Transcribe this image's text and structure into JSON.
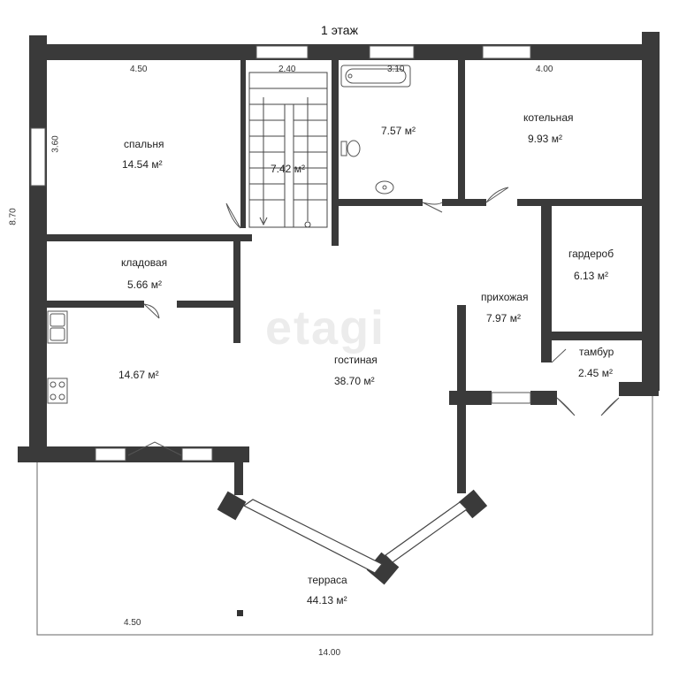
{
  "title": "1 этаж",
  "watermark": "etagi",
  "rooms": {
    "bedroom": {
      "name": "спальня",
      "area": "14.54 м²"
    },
    "stairs": {
      "name": "",
      "area": "7.42 м²"
    },
    "bathroom": {
      "name": "",
      "area": "7.57 м²"
    },
    "boiler": {
      "name": "котельная",
      "area": "9.93 м²"
    },
    "pantry": {
      "name": "кладовая",
      "area": "5.66 м²"
    },
    "kitchen": {
      "name": "",
      "area": "14.67 м²"
    },
    "living": {
      "name": "гостиная",
      "area": "38.70 м²"
    },
    "hallway": {
      "name": "прихожая",
      "area": "7.97 м²"
    },
    "wardrobe": {
      "name": "гардероб",
      "area": "6.13 м²"
    },
    "vestibule": {
      "name": "тамбур",
      "area": "2.45 м²"
    },
    "terrace": {
      "name": "терраса",
      "area": "44.13 м²"
    }
  },
  "dimensions": {
    "top_left": "4.50",
    "top_stairs": "2.40",
    "top_bath": "3.10",
    "top_right": "4.00",
    "left_bedroom": "3.60",
    "left_total": "8.70",
    "bottom_terrace": "4.50",
    "bottom_total": "14.00"
  },
  "colors": {
    "wall": "#3a3a3a",
    "line": "#333333",
    "window": "#ffffff"
  }
}
